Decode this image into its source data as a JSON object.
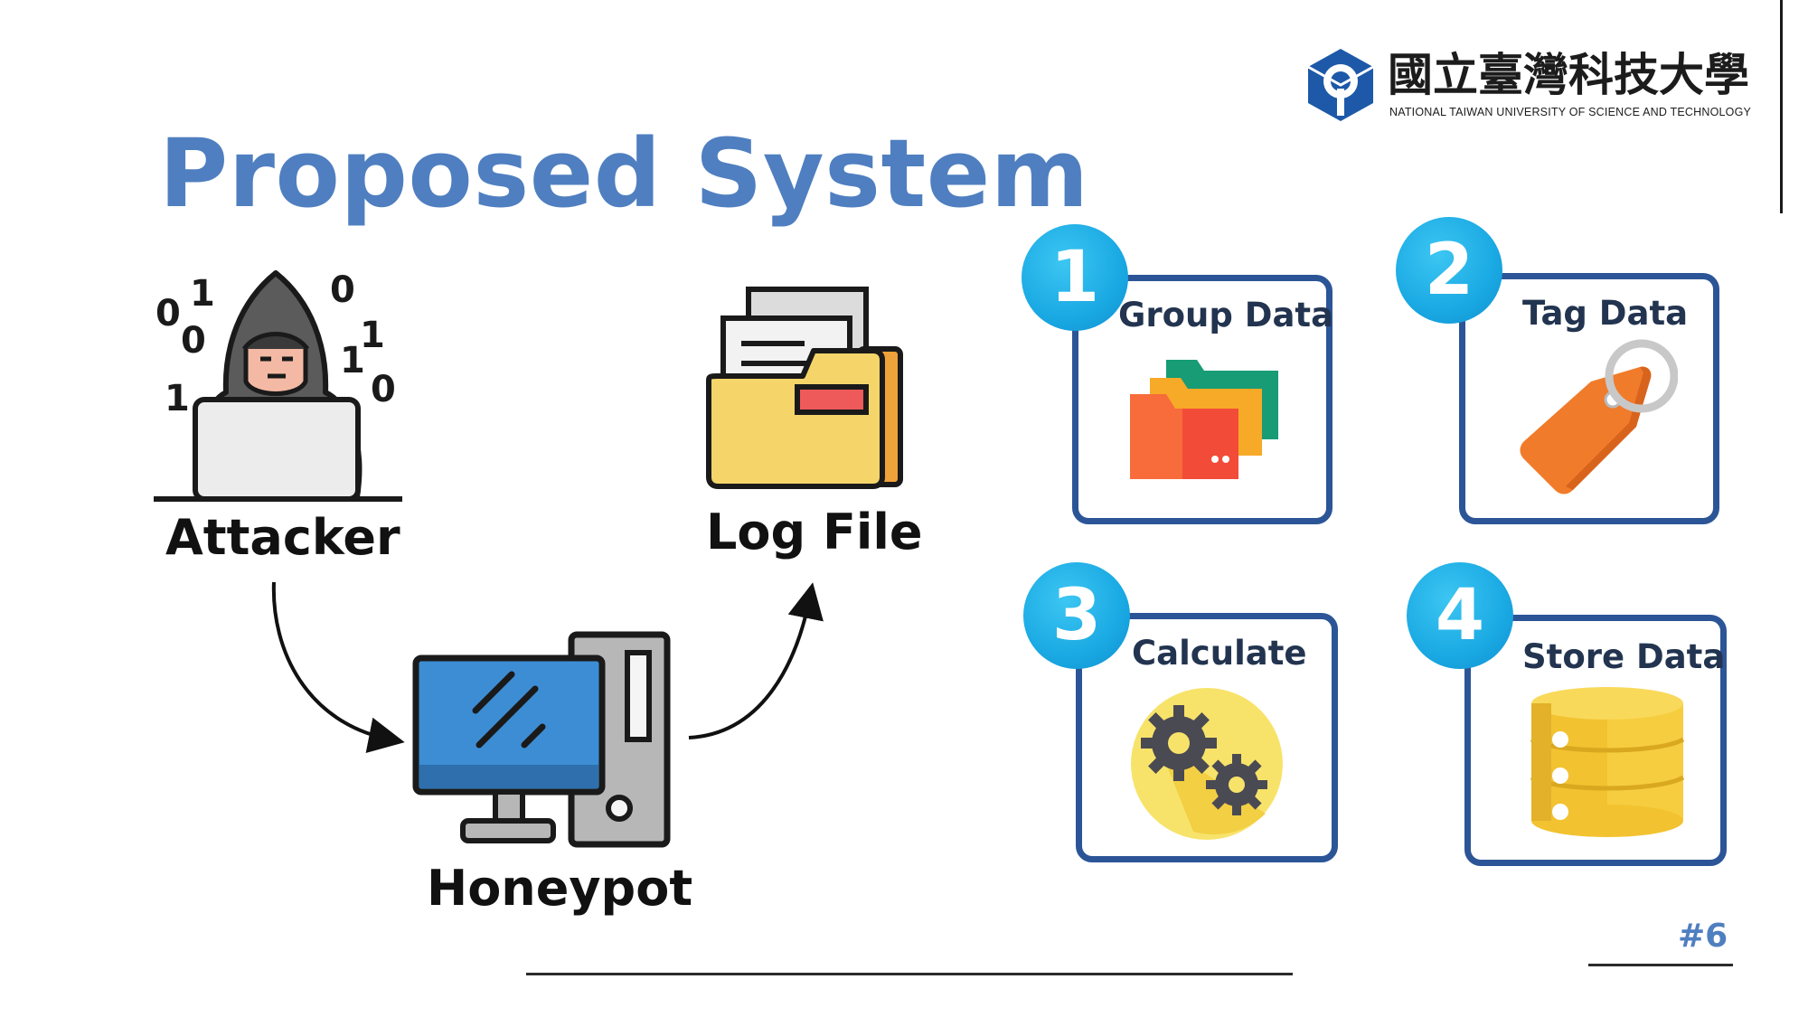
{
  "slide": {
    "title": "Proposed System",
    "page_number": "#6"
  },
  "university": {
    "name_cn": "國立臺灣科技大學",
    "name_en": "NATIONAL TAIWAN UNIVERSITY OF SCIENCE AND TECHNOLOGY"
  },
  "flow": {
    "attacker_label": "Attacker",
    "honeypot_label": "Honeypot",
    "logfile_label": "Log File"
  },
  "steps": [
    {
      "number": "1",
      "label": "Group Data",
      "icon": "folders-icon"
    },
    {
      "number": "2",
      "label": "Tag Data",
      "icon": "tag-icon"
    },
    {
      "number": "3",
      "label": "Calculate",
      "icon": "gears-icon"
    },
    {
      "number": "4",
      "label": "Store Data",
      "icon": "database-icon"
    }
  ],
  "colors": {
    "title": "#4f7fc0",
    "card_border": "#2c5597",
    "step_badge": "#1aa9e3"
  }
}
